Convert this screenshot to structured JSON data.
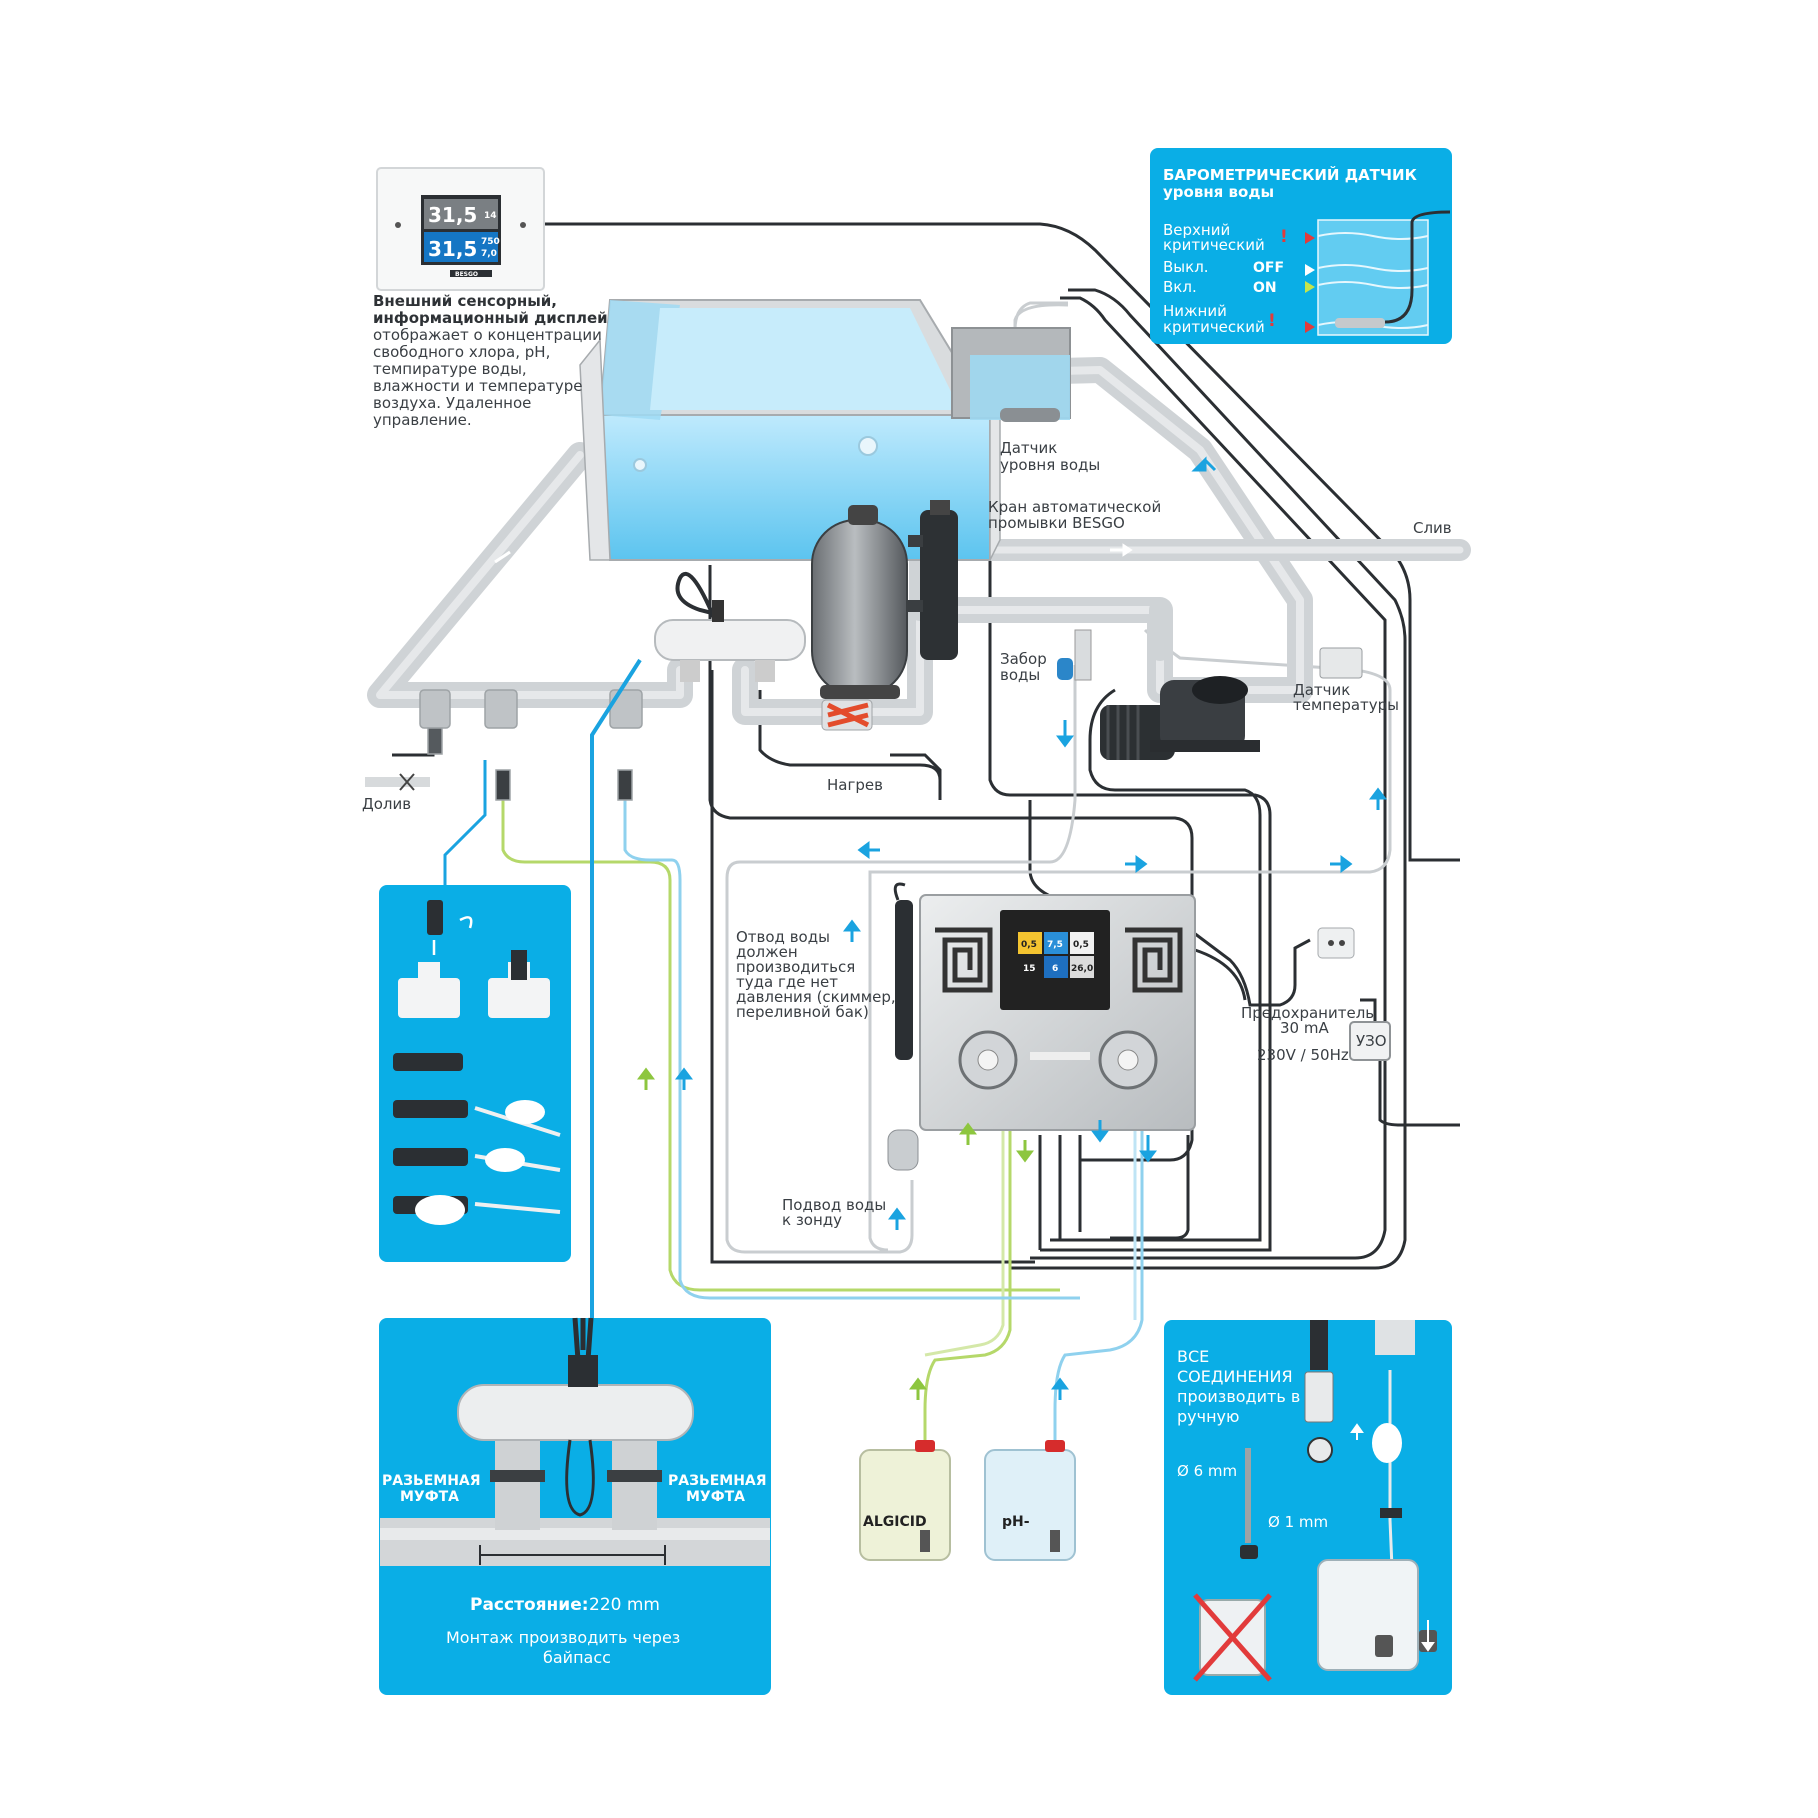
{
  "display": {
    "value_top": "31,5",
    "value_bottom": "31,5",
    "side_top": "14",
    "side_mid": "750",
    "side_bottom": "7,0",
    "brand": "BESGO",
    "caption_title_1": "Внешний сенсорный,",
    "caption_title_2": "информационный дисплей",
    "caption_lines": [
      "отображает о концентрации",
      "свободного хлора, pH,",
      "темпиратуре воды,",
      "влажности и температуре",
      "воздуха. Удаленное",
      "управление."
    ]
  },
  "barometric": {
    "title_1": "БАРОМЕТРИЧЕСКИЙ ДАТЧИК",
    "title_2": "уровня воды",
    "upper_1": "Верхний",
    "upper_2": "критический",
    "off_label": "Выкл.",
    "off_value": "OFF",
    "on_label": "Вкл.",
    "on_value": "ON",
    "lower_1": "Нижний",
    "lower_2": "критический",
    "alert": "!"
  },
  "labels": {
    "level_sensor_1": "Датчик",
    "level_sensor_2": "уровня воды",
    "backwash_1": "Кран автоматической",
    "backwash_2": "промывки BESGO",
    "drain": "Слив",
    "intake_1": "Забор",
    "intake_2": "воды",
    "temp_sensor_1": "Датчик",
    "temp_sensor_2": "температуры",
    "heating": "Нагрев",
    "refill": "Долив",
    "outlet_1": "Отвод воды",
    "outlet_2": "должен",
    "outlet_3": "производиться",
    "outlet_4": "туда где нет",
    "outlet_5": "давления (скиммер,",
    "outlet_6": "переливной бак)",
    "fuse_1": "Предохранитель",
    "fuse_2": "30 mA",
    "voltage": "230V / 50Hz",
    "rcd": "УЗО",
    "probe_feed_1": "Подвод воды",
    "probe_feed_2": "к зонду"
  },
  "controller": {
    "cells": [
      "0,5",
      "7,5",
      "0,5",
      "15",
      "6",
      "26,0"
    ],
    "cell_colors": [
      "#f4c430",
      "#2a8fd8",
      "#f2f2f2",
      "#222222",
      "#1e6fc0",
      "#dcdcdc"
    ]
  },
  "bypass": {
    "coupling_left_1": "РАЗЬЕМНАЯ",
    "coupling_left_2": "МУФТА",
    "coupling_right_1": "РАЗЬЕМНАЯ",
    "coupling_right_2": "МУФТА",
    "distance_label": "Расстояние:",
    "distance_value": "220 mm",
    "note_1": "Монтаж производить через",
    "note_2": "байпасс"
  },
  "canisters": {
    "left": "ALGICID",
    "right": "pH-"
  },
  "manual": {
    "title_1": "ВСЕ",
    "title_2": "СОЕДИНЕНИЯ",
    "title_3": "производить в",
    "title_4": "ручную",
    "d6": "Ø 6 mm",
    "d1": "Ø 1 mm"
  },
  "colors": {
    "panel_blue": "#0aaee6",
    "pipe_grey": "#cfd3d6",
    "pool_water": "#7fd3f5",
    "arrow_blue": "#1aa3e0",
    "hose_green": "#b5d86a",
    "hose_blue": "#8fd1ee"
  }
}
